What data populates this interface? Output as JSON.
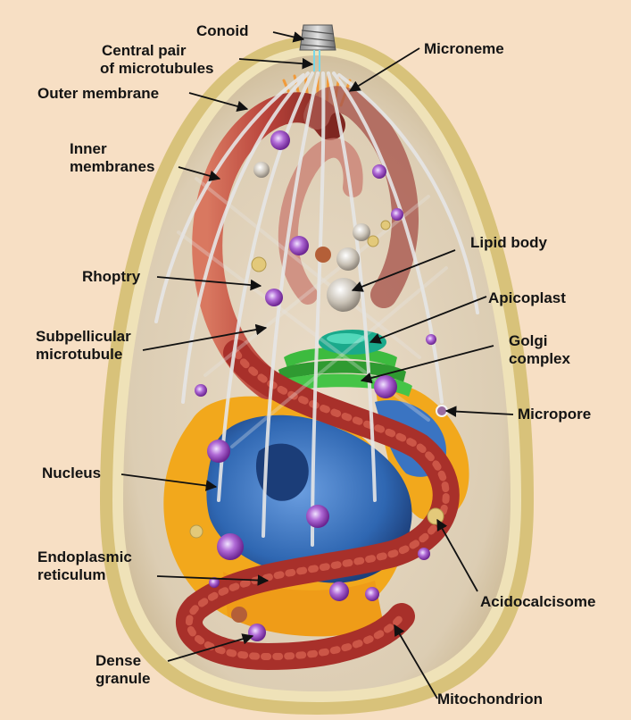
{
  "labels": {
    "conoid": "Conoid",
    "central_pair_1": "Central pair",
    "central_pair_2": "of microtubules",
    "outer_membrane": "Outer membrane",
    "inner_membranes_1": "Inner",
    "inner_membranes_2": "membranes",
    "microneme": "Microneme",
    "lipid_body": "Lipid body",
    "rhoptry": "Rhoptry",
    "apicoplast": "Apicoplast",
    "subpellicular_1": "Subpellicular",
    "subpellicular_2": "microtubule",
    "golgi_1": "Golgi",
    "golgi_2": "complex",
    "micropore": "Micropore",
    "nucleus": "Nucleus",
    "er_1": "Endoplasmic",
    "er_2": "reticulum",
    "acidocalcisome": "Acidocalcisome",
    "dense_granule_1": "Dense",
    "dense_granule_2": "granule",
    "mitochondrion": "Mitochondrion"
  },
  "colors": {
    "background": "#f7dfc4",
    "membrane": "#d8c27a",
    "rhoptry": "#b03a2e",
    "nucleus": "#2f67b2",
    "er": "#f2a81c",
    "golgi": "#36a83a",
    "apicoplast": "#18a98a",
    "granule": "#8e3fb0",
    "microtubule": "#e6e6e6"
  }
}
